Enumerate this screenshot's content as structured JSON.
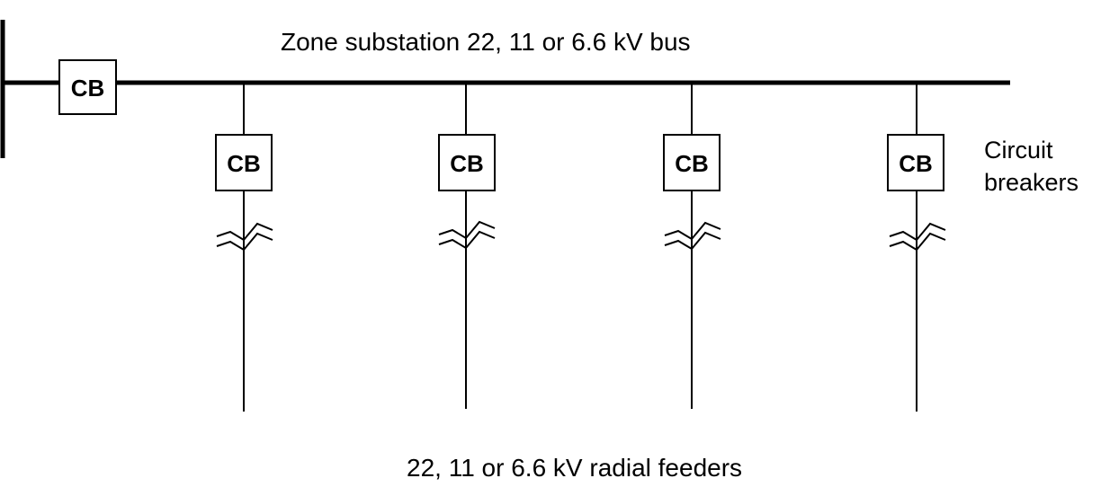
{
  "diagram": {
    "bus_label": "Zone substation 22, 11 or 6.6 kV bus",
    "feeders_label": "22, 11 or 6.6 kV radial feeders",
    "breakers_label_line1": "Circuit",
    "breakers_label_line2": "breakers",
    "incomer_cb_label": "CB",
    "feeder_cb_labels": [
      "CB",
      "CB",
      "CB",
      "CB"
    ]
  }
}
